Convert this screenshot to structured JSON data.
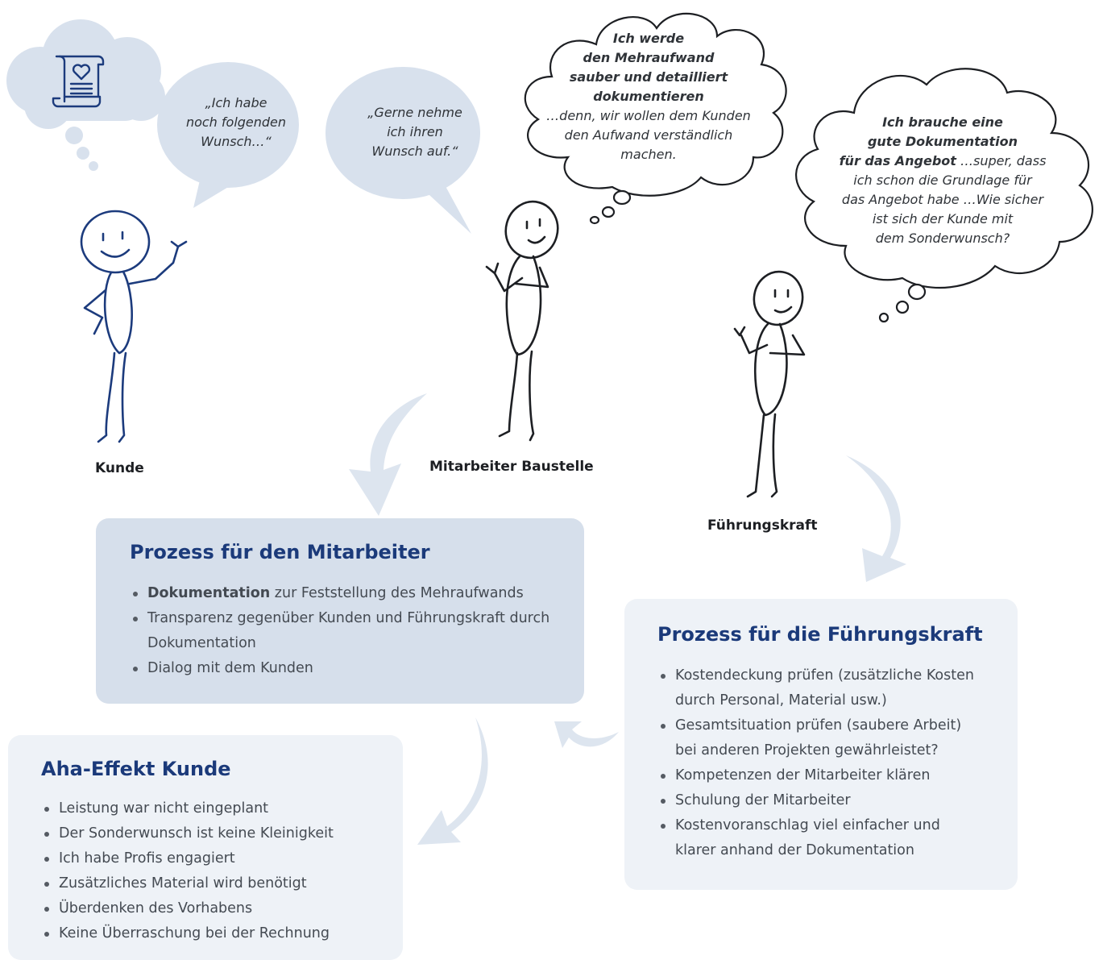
{
  "colors": {
    "person_blue": "#1c3b7d",
    "bubble_fill": "#d8e1ed",
    "arrow_fill": "#dde5ef",
    "title_blue": "#1b3a7a",
    "box_mitarbeiter": "#d6dfeb",
    "box_light": "#eef2f7"
  },
  "icons": {
    "wish_scroll": "scroll-heart-icon"
  },
  "bubbles": {
    "kunde": [
      "„Ich habe",
      "noch folgenden",
      "Wunsch…“"
    ],
    "mitarbeiter": [
      "„Gerne nehme",
      "ich ihren",
      "Wunsch auf.“"
    ]
  },
  "thoughts": {
    "mitarbeiter": {
      "bold_lines": [
        "Ich werde",
        "den Mehraufwand",
        "sauber und detailliert",
        "dokumentieren"
      ],
      "lines": [
        "…denn, wir wollen dem Kunden",
        "den Aufwand verständlich",
        "machen."
      ]
    },
    "fuehrung": {
      "bold_lines": [
        "Ich  brauche eine",
        "gute Dokumentation"
      ],
      "line3_bold": "für das Angebot",
      "line3_rest": " …super, dass",
      "lines": [
        "ich schon die Grundlage für",
        "das Angebot habe …Wie sicher",
        "ist sich der Kunde mit",
        "dem Sonderwunsch?"
      ]
    }
  },
  "persons": {
    "kunde": "Kunde",
    "mitarbeiter": "Mitarbeiter Baustelle",
    "fuehrung": "Führungskraft"
  },
  "box_mitarbeiter": {
    "title": "Prozess für den Mitarbeiter",
    "item1_bold": "Dokumentation",
    "item1_rest": " zur Feststellung des Mehraufwands",
    "items": [
      "Transparenz gegenüber Kunden und Führungskraft durch Dokumentation",
      "Dialog mit dem Kunden"
    ]
  },
  "box_fuehrung": {
    "title": "Prozess für die Führungskraft",
    "items": [
      "Kostendeckung prüfen (zusätzliche Kosten durch Personal, Material usw.)",
      "Gesamtsituation prüfen (saubere Arbeit) bei anderen Projekten gewährleistet?",
      "Kompetenzen der Mitarbeiter klären",
      "Schulung der Mitarbeiter",
      "Kostenvoranschlag viel einfacher und klarer anhand der Dokumentation"
    ]
  },
  "box_kunde": {
    "title": "Aha-Effekt Kunde",
    "items": [
      "Leistung war nicht eingeplant",
      "Der Sonderwunsch ist keine Kleinigkeit",
      "Ich habe Profis engagiert",
      "Zusätzliches Material wird benötigt",
      "Überdenken des Vorhabens",
      "Keine Überraschung bei der Rechnung"
    ]
  }
}
